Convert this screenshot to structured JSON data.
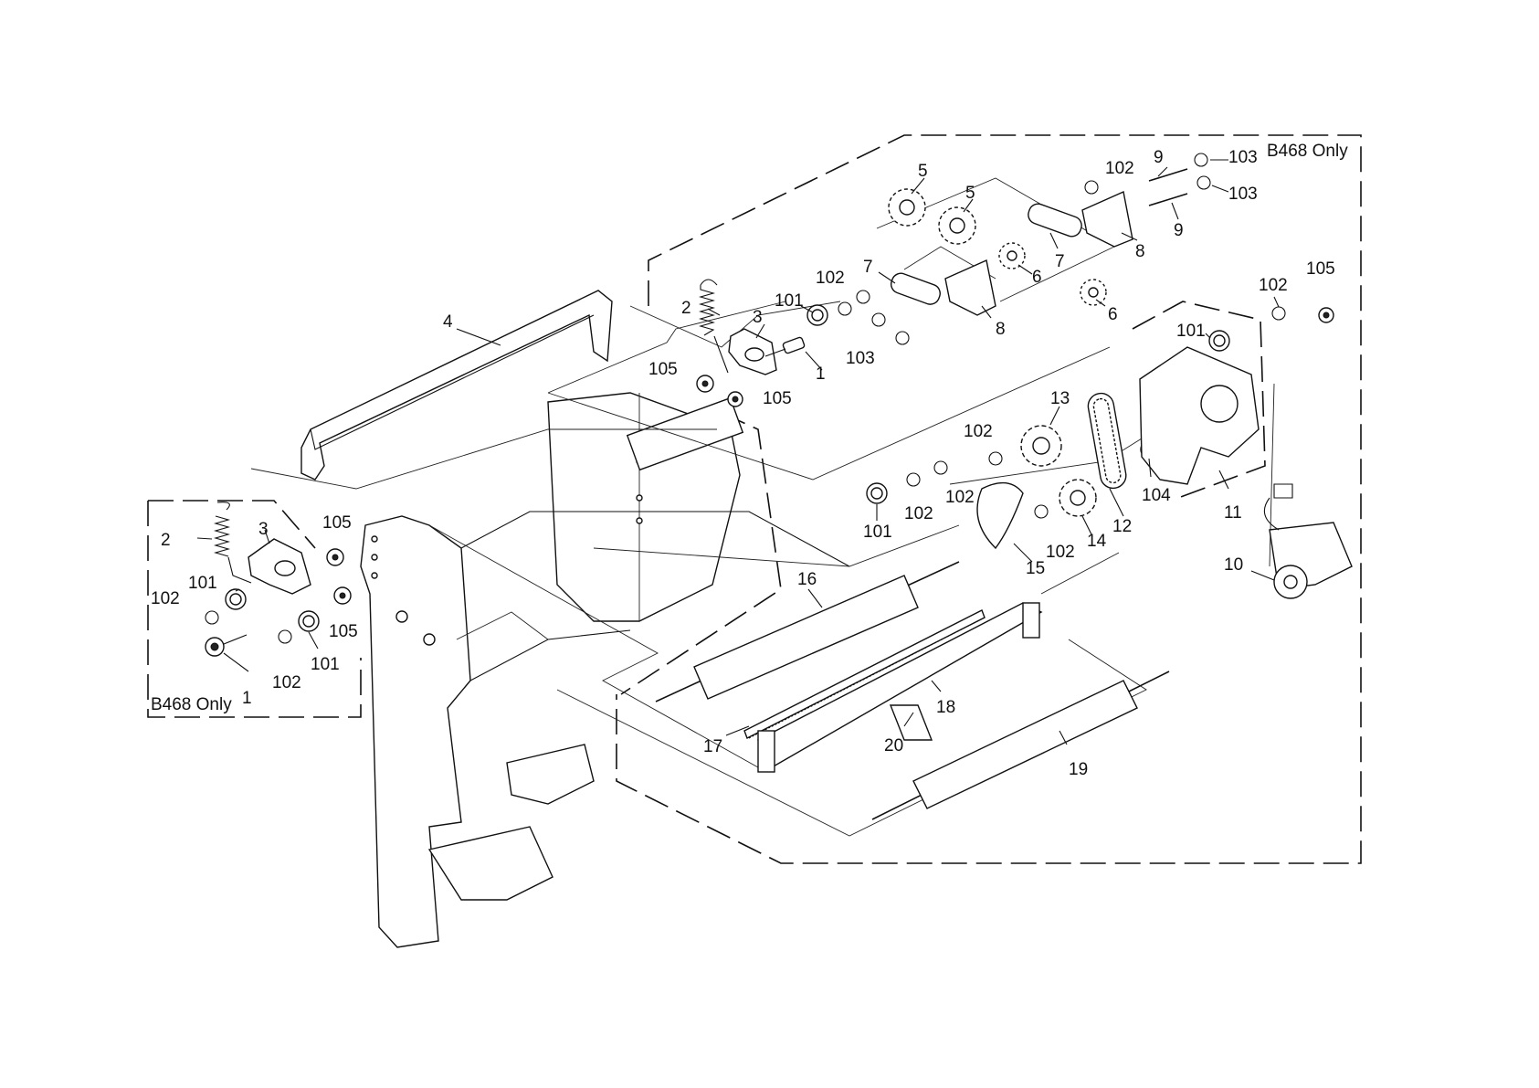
{
  "notes": {
    "top_right": "B468 Only",
    "bottom_left": "B468 Only"
  },
  "labels": {
    "l1a": "1",
    "l1b": "1",
    "l2a": "2",
    "l2b": "2",
    "l3a": "3",
    "l3b": "3",
    "l4": "4",
    "l5a": "5",
    "l5b": "5",
    "l6a": "6",
    "l6b": "6",
    "l7a": "7",
    "l7b": "7",
    "l8a": "8",
    "l8b": "8",
    "l9a": "9",
    "l9b": "9",
    "l10": "10",
    "l11": "11",
    "l12": "12",
    "l13": "13",
    "l14": "14",
    "l15": "15",
    "l16": "16",
    "l17": "17",
    "l18": "18",
    "l19": "19",
    "l20": "20",
    "l101a": "101",
    "l101b": "101",
    "l101c": "101",
    "l101d": "101",
    "l101e": "101",
    "l102a": "102",
    "l102b": "102",
    "l102c": "102",
    "l102d": "102",
    "l102e": "102",
    "l102f": "102",
    "l102g": "102",
    "l102h": "102",
    "l102i": "102",
    "l103a": "103",
    "l103b": "103",
    "l103c": "103",
    "l104": "104",
    "l105a": "105",
    "l105b": "105",
    "l105c": "105",
    "l105d": "105",
    "l105e": "105"
  }
}
